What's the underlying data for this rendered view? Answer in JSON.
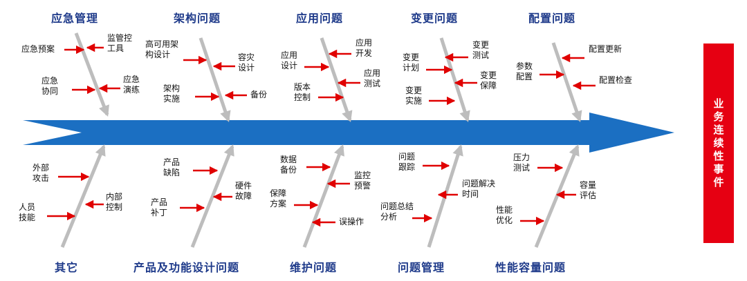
{
  "result": "业务连续性事件",
  "colors": {
    "spine": "#1b6fc2",
    "bone": "#bdbdbd",
    "cause_arrow": "#e00000",
    "result_box": "#e60012",
    "category_text": "#1e3a8a"
  },
  "categories": {
    "top": [
      {
        "name": "应急管理",
        "causes": [
          "应急预案",
          "监管控\n工具",
          "应急\n协同",
          "应急\n演练"
        ]
      },
      {
        "name": "架构问题",
        "causes": [
          "高可用架\n构设计",
          "容灾\n设计",
          "架构\n实施",
          "备份"
        ]
      },
      {
        "name": "应用问题",
        "causes": [
          "应用\n设计",
          "应用\n开发",
          "版本\n控制",
          "应用\n测试"
        ]
      },
      {
        "name": "变更问题",
        "causes": [
          "变更\n计划",
          "变更\n测试",
          "变更\n实施",
          "变更\n保障"
        ]
      },
      {
        "name": "配置问题",
        "causes": [
          "参数\n配置",
          "配置更新",
          "配置检查"
        ]
      }
    ],
    "bottom": [
      {
        "name": "其它",
        "causes": [
          "外部\n攻击",
          "人员\n技能",
          "内部\n控制"
        ]
      },
      {
        "name": "产品及功能设计问题",
        "causes": [
          "产品\n缺陷",
          "产品\n补丁",
          "硬件\n故障"
        ]
      },
      {
        "name": "维护问题",
        "causes": [
          "数据\n备份",
          "保障\n方案",
          "监控\n预警",
          "误操作"
        ]
      },
      {
        "name": "问题管理",
        "causes": [
          "问题\n跟踪",
          "问题总结\n分析",
          "问题解决\n时间"
        ]
      },
      {
        "name": "性能容量问题",
        "causes": [
          "压力\n测试",
          "性能\n优化",
          "容量\n评估"
        ]
      }
    ]
  }
}
